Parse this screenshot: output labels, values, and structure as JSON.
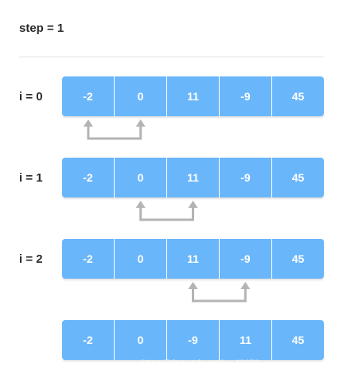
{
  "step_title": "step = 1",
  "rows": [
    {
      "label": "i = 0",
      "cells": [
        "-2",
        "0",
        "11",
        "-9",
        "45"
      ],
      "swap": [
        0,
        1
      ]
    },
    {
      "label": "i = 1",
      "cells": [
        "-2",
        "0",
        "11",
        "-9",
        "45"
      ],
      "swap": [
        1,
        2
      ]
    },
    {
      "label": "i = 2",
      "cells": [
        "-2",
        "0",
        "11",
        "-9",
        "45"
      ],
      "swap": [
        2,
        3
      ]
    },
    {
      "label": "",
      "cells": [
        "-2",
        "0",
        "-9",
        "11",
        "45"
      ],
      "swap": null
    }
  ],
  "colors": {
    "cell_fill": "#6ab6fb",
    "arrow": "#b4b4b4",
    "label_text": "#2b2b2b"
  },
  "watermark": "https://blog.csdn.net/..._46650"
}
